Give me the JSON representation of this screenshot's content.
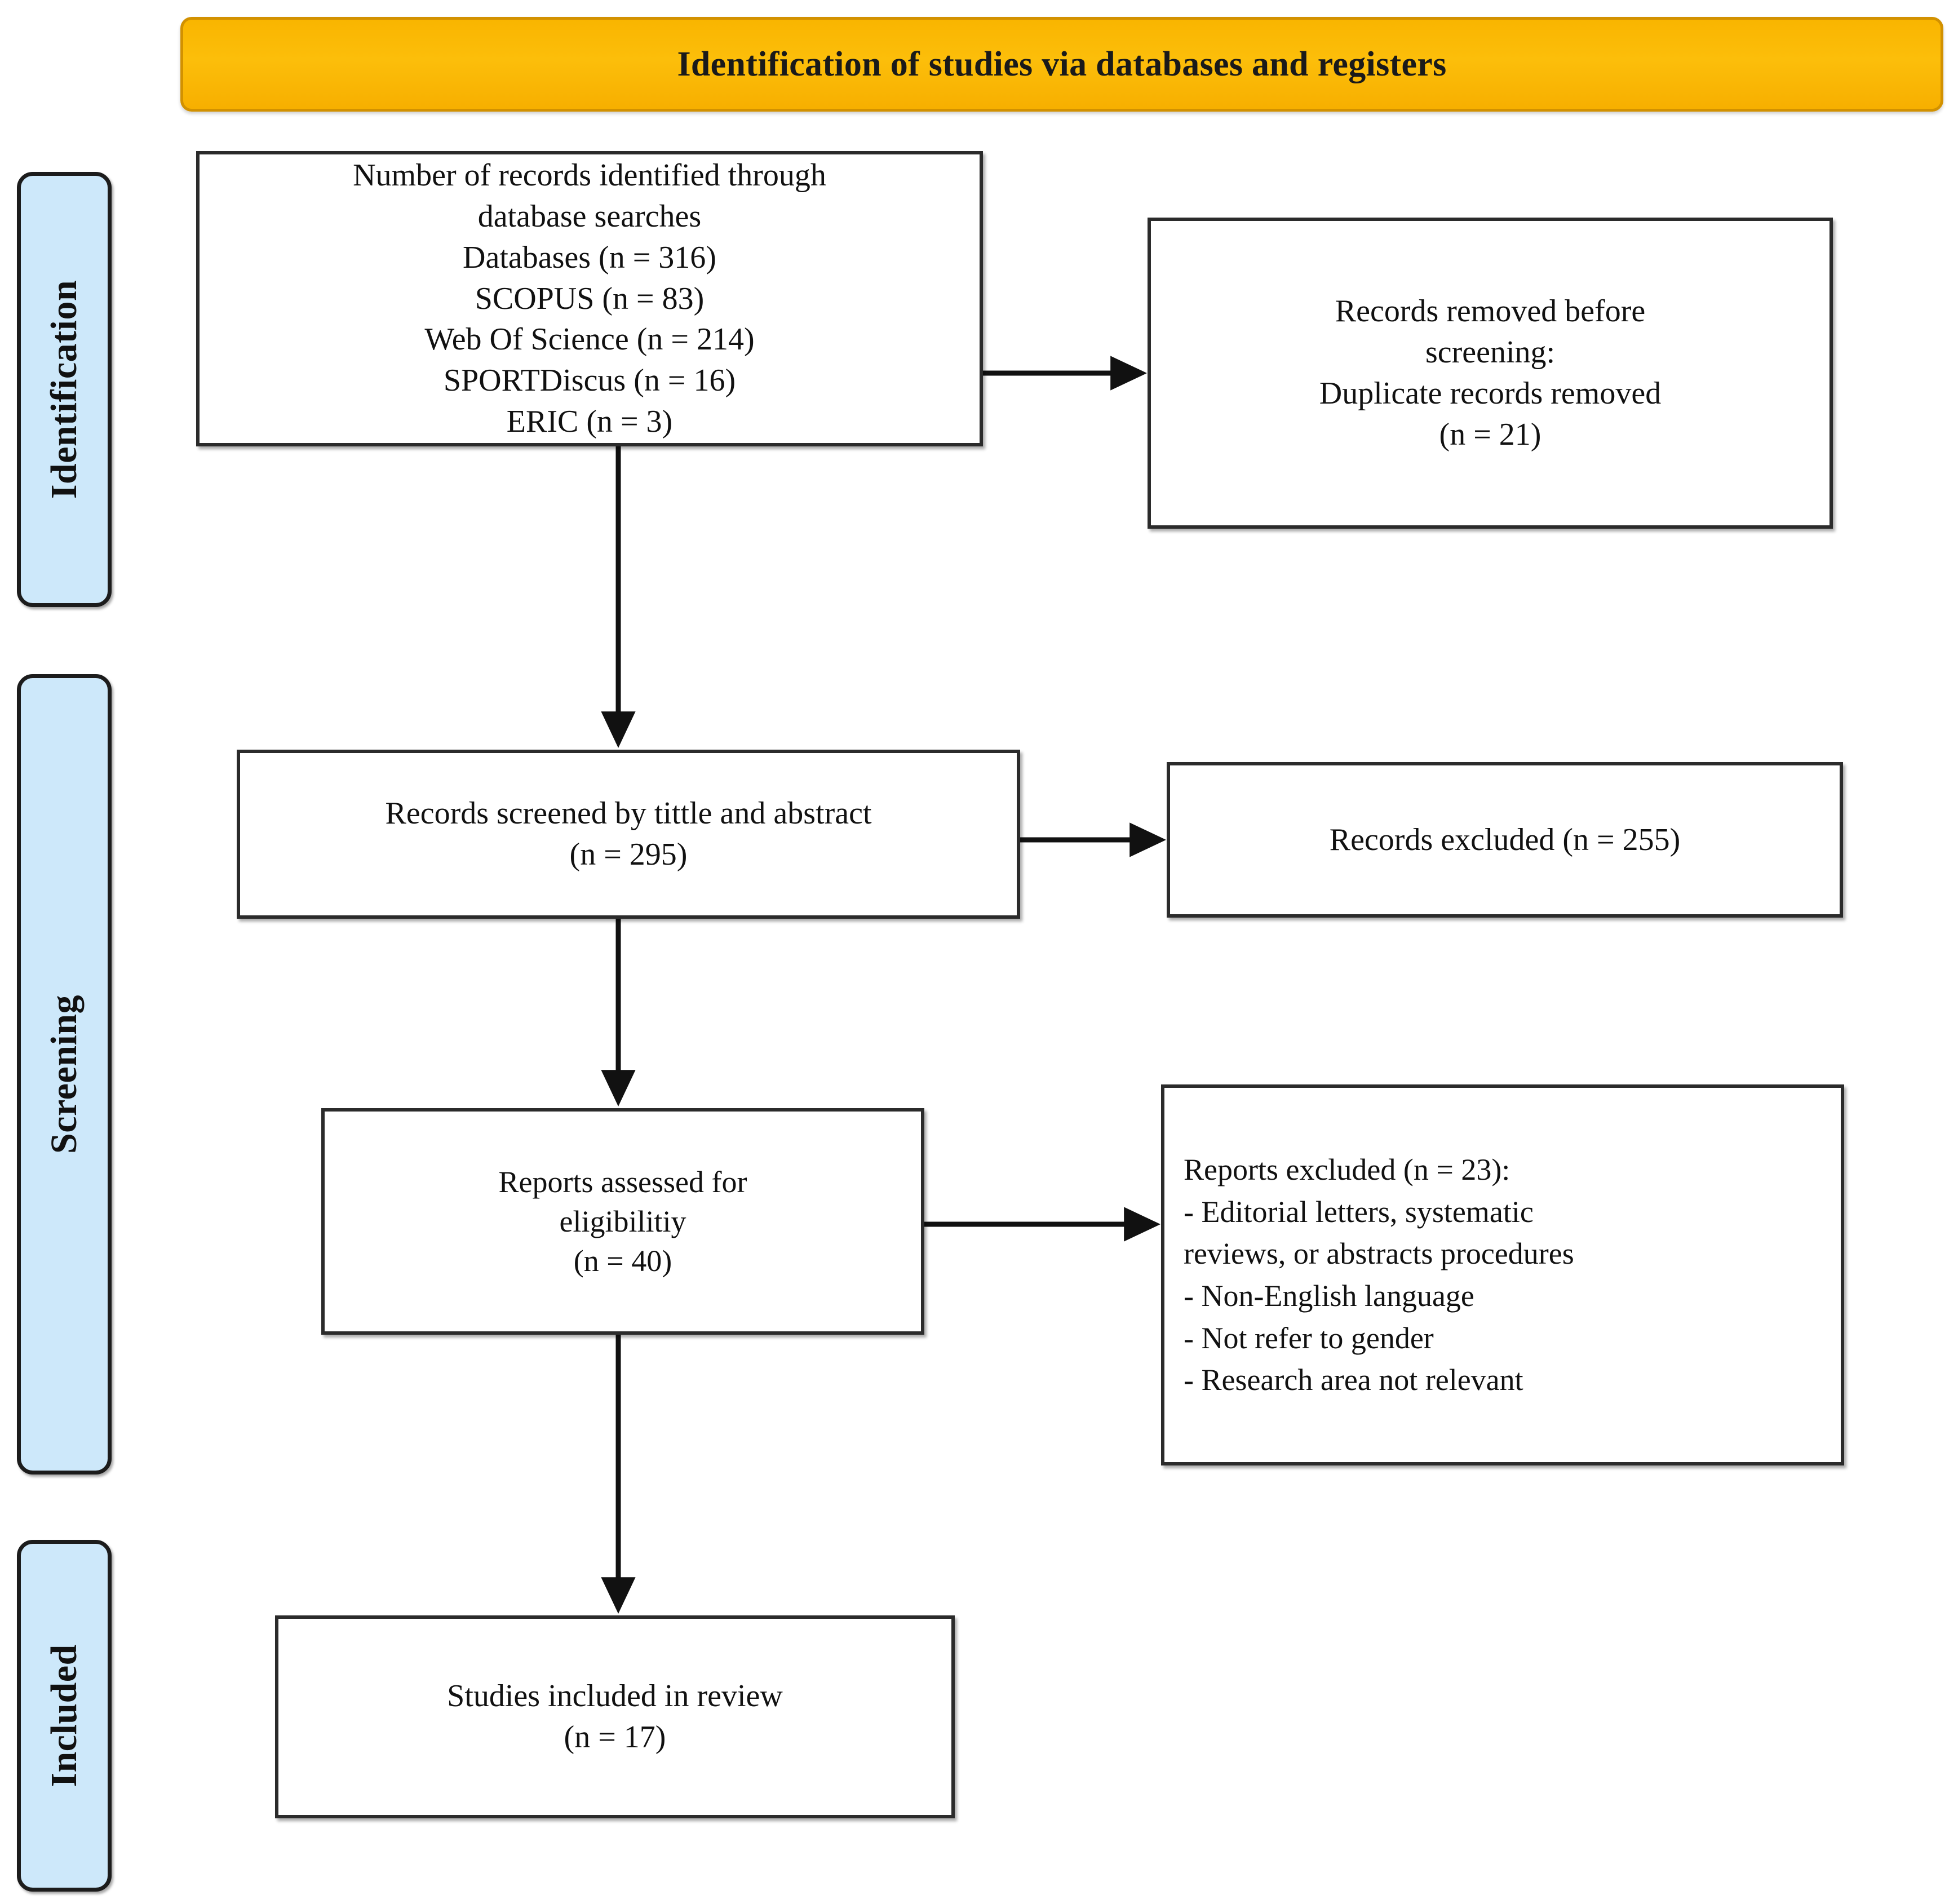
{
  "banner": {
    "title": "Identification of studies via databases and registers",
    "color": "#F9B500",
    "border_color": "#D29100"
  },
  "stages": [
    {
      "id": "identification",
      "label": "Identification",
      "color": "#CDE8FA"
    },
    {
      "id": "screening",
      "label": "Screening",
      "color": "#CDE8FA"
    },
    {
      "id": "included",
      "label": "Included",
      "color": "#CDE8FA"
    }
  ],
  "boxes": {
    "identified": {
      "lines": [
        "Number of records identified through",
        "database searches",
        "Databases (n = 316)",
        "SCOPUS (n = 83)",
        "Web Of Science (n = 214)",
        "SPORTDiscus (n = 16)",
        "ERIC (n = 3)"
      ]
    },
    "removed": {
      "lines": [
        "Records removed before",
        "screening:",
        "Duplicate records removed",
        "(n = 21)"
      ]
    },
    "screened": {
      "lines": [
        "Records screened by tittle and abstract",
        "(n = 295)"
      ]
    },
    "records_excluded": {
      "lines": [
        "Records excluded (n = 255)"
      ]
    },
    "eligibility": {
      "lines": [
        "Reports assessed for",
        "eligibilitiy",
        "(n = 40)"
      ]
    },
    "reports_excluded": {
      "lines": [
        "Reports excluded (n = 23):",
        "- Editorial letters, systematic",
        "reviews, or abstracts procedures",
        "- Non-English language",
        "- Not refer to gender",
        "- Research area not relevant"
      ]
    },
    "included": {
      "lines": [
        "Studies included in review",
        "(n = 17)"
      ]
    }
  },
  "chart_data": {
    "type": "diagram",
    "title": "Identification of studies via databases and registers",
    "diagram_kind": "PRISMA flow diagram",
    "nodes": [
      {
        "id": "identified",
        "stage": "Identification",
        "label": "Number of records identified through database searches",
        "n": 316
      },
      {
        "id": "removed",
        "stage": "Identification",
        "label": "Records removed before screening: Duplicate records removed",
        "n": 21
      },
      {
        "id": "screened",
        "stage": "Screening",
        "label": "Records screened by tittle and abstract",
        "n": 295
      },
      {
        "id": "records_excluded",
        "stage": "Screening",
        "label": "Records excluded",
        "n": 255
      },
      {
        "id": "eligibility",
        "stage": "Screening",
        "label": "Reports assessed for eligibilitiy",
        "n": 40
      },
      {
        "id": "reports_excluded",
        "stage": "Screening",
        "label": "Reports excluded",
        "n": 23
      },
      {
        "id": "included",
        "stage": "Included",
        "label": "Studies included in review",
        "n": 17
      }
    ],
    "databases": [
      {
        "name": "Databases",
        "n": 316
      },
      {
        "name": "SCOPUS",
        "n": 83
      },
      {
        "name": "Web Of Science",
        "n": 214
      },
      {
        "name": "SPORTDiscus",
        "n": 16
      },
      {
        "name": "ERIC",
        "n": 3
      }
    ],
    "exclusion_reasons": [
      "Editorial letters, systematic reviews, or abstracts procedures",
      "Non-English language",
      "Not refer to gender",
      "Research area not relevant"
    ],
    "edges": [
      {
        "from": "identified",
        "to": "removed",
        "direction": "right"
      },
      {
        "from": "identified",
        "to": "screened",
        "direction": "down"
      },
      {
        "from": "screened",
        "to": "records_excluded",
        "direction": "right"
      },
      {
        "from": "screened",
        "to": "eligibility",
        "direction": "down"
      },
      {
        "from": "eligibility",
        "to": "reports_excluded",
        "direction": "right"
      },
      {
        "from": "eligibility",
        "to": "included",
        "direction": "down"
      }
    ]
  }
}
